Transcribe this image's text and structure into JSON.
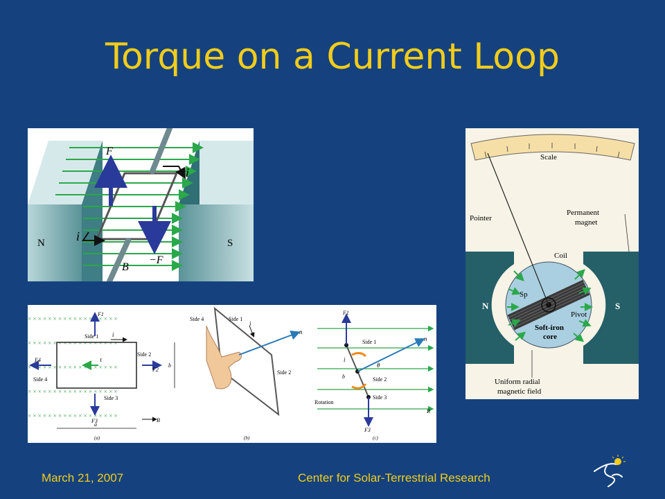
{
  "slide": {
    "title": "Torque on a Current Loop",
    "footer_date": "March 21, 2007",
    "footer_center": "Center for Solar-Terrestrial Research"
  },
  "figure_motor": {
    "pole_n": "N",
    "pole_s": "S",
    "label_F": "F",
    "label_negF": "−F",
    "label_B": "B",
    "label_i_top": "i",
    "label_i_bottom": "i"
  },
  "figure_sides": {
    "a": {
      "side1": "Side 1",
      "side2": "Side 2",
      "side3": "Side 3",
      "side4": "Side 4",
      "i": "i",
      "tau": "τ",
      "b": "b",
      "a_dim": "a",
      "B": "B",
      "F1": "F1",
      "F2": "F2",
      "F3": "F3",
      "F4": "F4",
      "caption": "(a)"
    },
    "b": {
      "side4": "Side 4",
      "side1": "Side 1",
      "side2": "Side 2",
      "i": "i",
      "n": "n",
      "caption": "(b)"
    },
    "c": {
      "side1": "Side 1",
      "side2": "Side 2",
      "side3": "Side 3",
      "i": "i",
      "n": "n",
      "theta": "θ",
      "b": "b",
      "rotation": "Rotation",
      "F1": "F1",
      "F3": "F3",
      "B": "B",
      "caption": "(c)"
    }
  },
  "figure_meter": {
    "scale": "Scale",
    "pointer": "Pointer",
    "permanent_magnet_1": "Permanent",
    "permanent_magnet_2": "magnet",
    "coil": "Coil",
    "sp": "Sp",
    "pivot": "Pivot",
    "core_1": "Soft-iron",
    "core_2": "core",
    "pole_n": "N",
    "pole_s": "S",
    "field_1": "Uniform radial",
    "field_2": "magnetic field"
  },
  "colors": {
    "background": "#15427f",
    "title": "#f2cc1a",
    "field_lines": "#2aa84a",
    "force_arrows": "#2a3a9a",
    "magnet": "#2e6b73",
    "cross": "#3aa04a",
    "rotation": "#f08a1a",
    "normal": "#2a7ab8"
  }
}
